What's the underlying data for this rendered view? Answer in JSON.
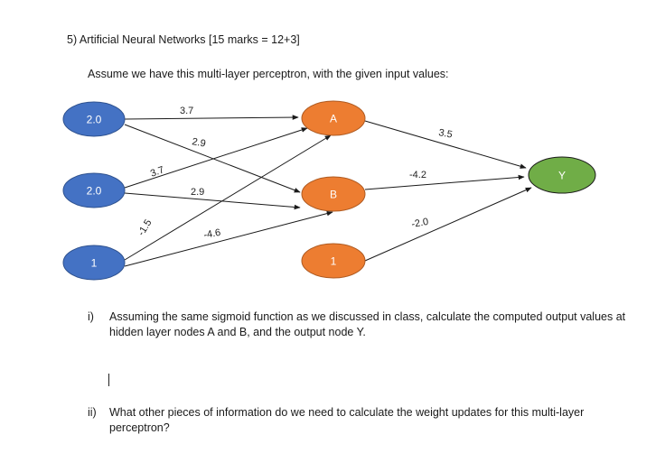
{
  "heading": "5)  Artificial Neural Networks [15 marks = 12+3]",
  "intro": "Assume we have this multi-layer perceptron, with the given input values:",
  "colors": {
    "input_fill": "#4472c4",
    "input_stroke": "#2f528f",
    "hidden_fill": "#ed7d31",
    "hidden_stroke": "#ae5a21",
    "output_fill": "#70ad47",
    "output_stroke": "#507e32"
  },
  "nodes": {
    "input1": "2.0",
    "input2": "2.0",
    "input_bias": "1",
    "hidden_a": "A",
    "hidden_b": "B",
    "hidden_bias": "1",
    "output_y": "Y"
  },
  "weights": {
    "in1_a": "3.7",
    "in1_b": "2.9",
    "in2_a": "3.7",
    "in2_b": "2.9",
    "bias_a": "-1.5",
    "bias_b": "-4.6",
    "a_y": "3.5",
    "b_y": "-4.2",
    "hbias_y": "-2.0"
  },
  "questions": [
    {
      "number": "i)",
      "text": "Assuming the same sigmoid function as we discussed in class, calculate the computed output values at hidden layer nodes A and B, and the output node Y."
    },
    {
      "number": "ii)",
      "text": "What other pieces of information do we need to calculate the weight updates for this multi-layer perceptron?"
    }
  ]
}
